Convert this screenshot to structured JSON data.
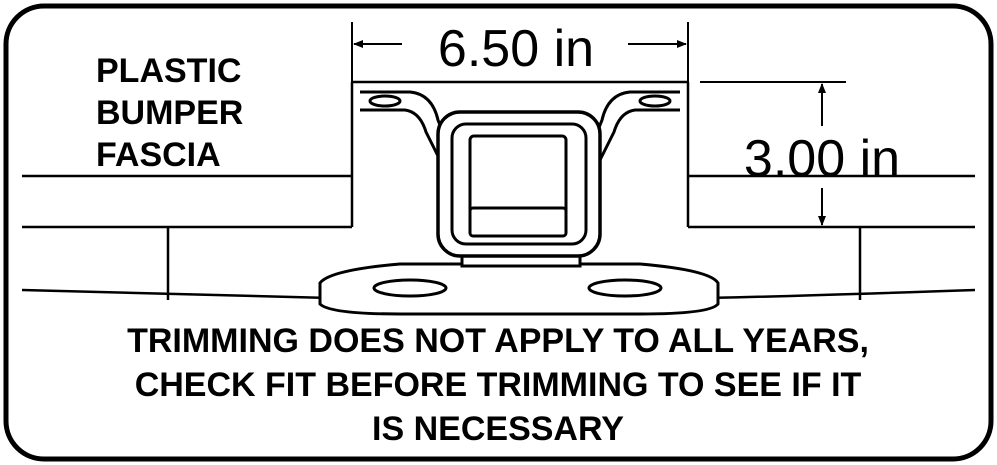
{
  "left_label": [
    "PLASTIC",
    "BUMPER",
    "FASCIA"
  ],
  "dimensions": {
    "width": "6.50 in",
    "height": "3.00 in"
  },
  "note": [
    "TRIMMING DOES NOT APPLY TO ALL YEARS,",
    "CHECK FIT BEFORE TRIMMING TO SEE IF IT",
    "IS NECESSARY"
  ]
}
